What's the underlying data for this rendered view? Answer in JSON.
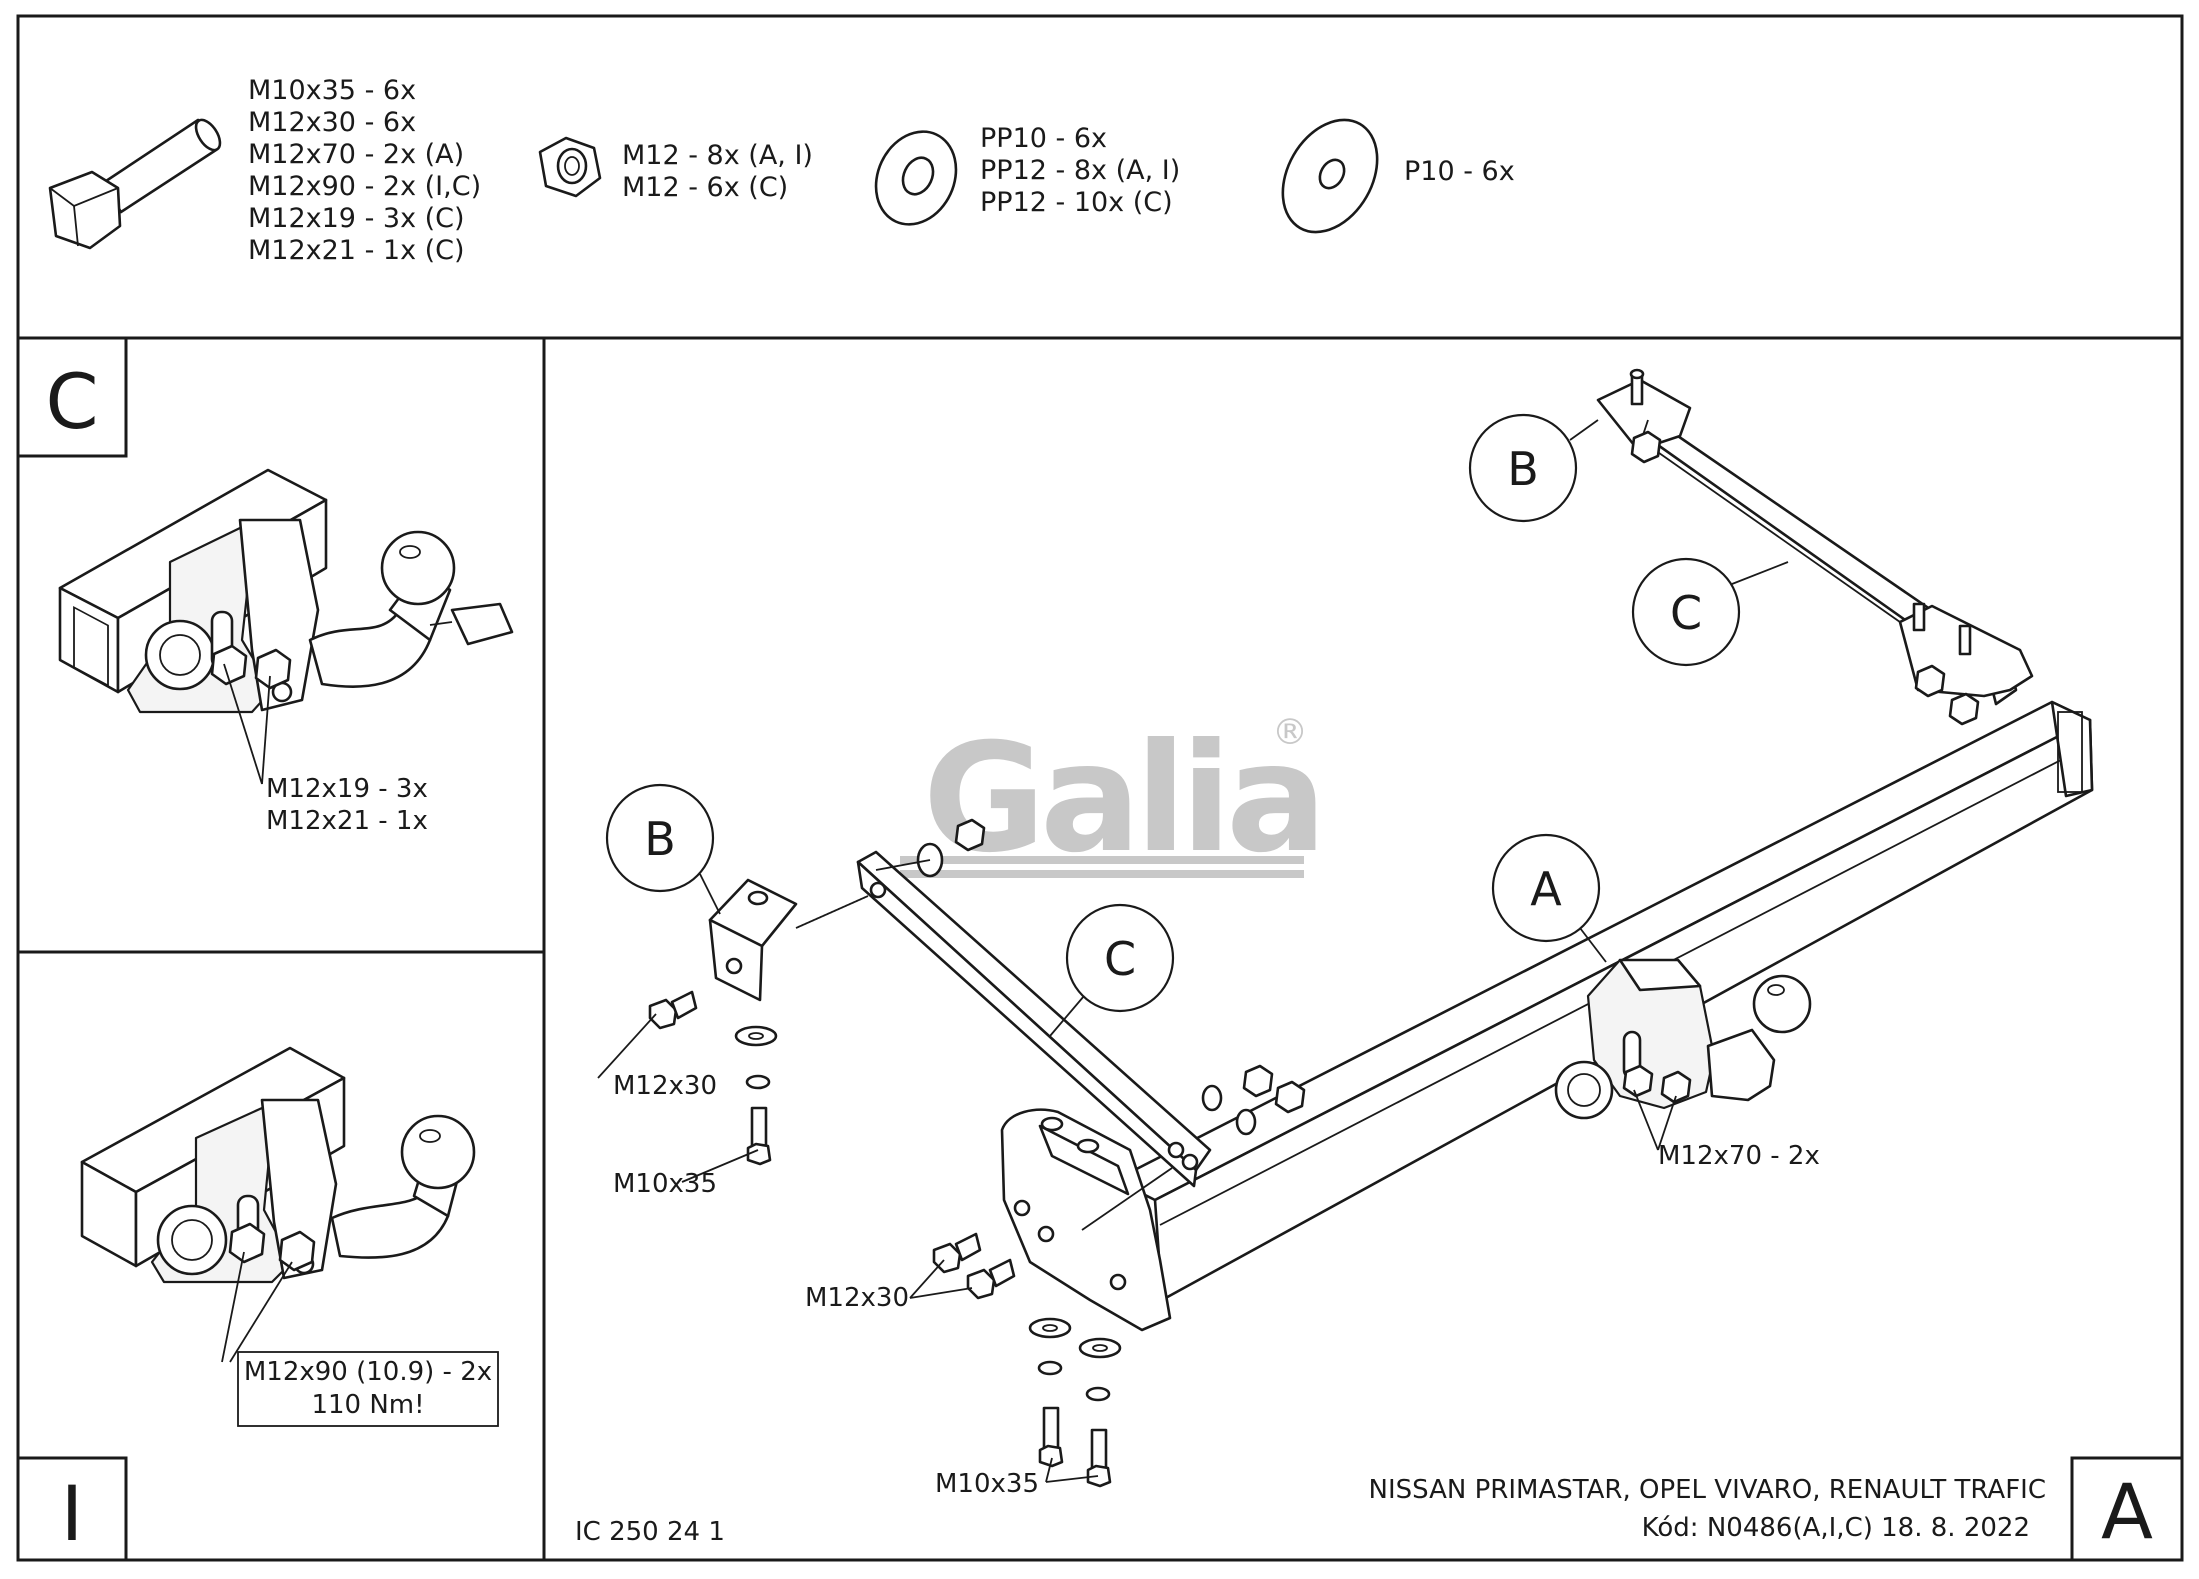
{
  "hardware": {
    "bolt_list": [
      "M10x35 - 6x",
      "M12x30 - 6x",
      "M12x70 - 2x (A)",
      "M12x90 - 2x (I,C)",
      "M12x19 - 3x (C)",
      "M12x21 - 1x (C)"
    ],
    "nut_list": [
      "M12 - 8x (A, I)",
      "M12 - 6x (C)"
    ],
    "washer_pp_list": [
      "PP10 - 6x",
      "PP12 - 8x (A, I)",
      "PP12 - 10x (C)"
    ],
    "washer_p_list": [
      "P10 - 6x"
    ]
  },
  "panel_c": {
    "letter": "C",
    "callout_line1": "M12x19 - 3x",
    "callout_line2": "M12x21 - 1x"
  },
  "panel_i": {
    "letter": "I",
    "callout_line1": "M12x90 (10.9) - 2x",
    "callout_line2": "110 Nm!"
  },
  "main": {
    "letter": "A",
    "logo": "Galia",
    "logo_mark": "®",
    "bubbles": {
      "b_top": "B",
      "c_top": "C",
      "b_left": "B",
      "c_mid": "C",
      "a_mid": "A"
    },
    "labels": {
      "m12x30_left": "M12x30",
      "m10x35_left": "M10x35",
      "m12x30_bottom": "M12x30",
      "m10x35_bottom": "M10x35",
      "m12x70": "M12x70 - 2x"
    },
    "doc_code": "IC 250 24 1",
    "vehicle": "NISSAN PRIMASTAR, OPEL VIVARO, RENAULT TRAFIC",
    "kod": "Kód: N0486(A,I,C)  18. 8. 2022"
  }
}
